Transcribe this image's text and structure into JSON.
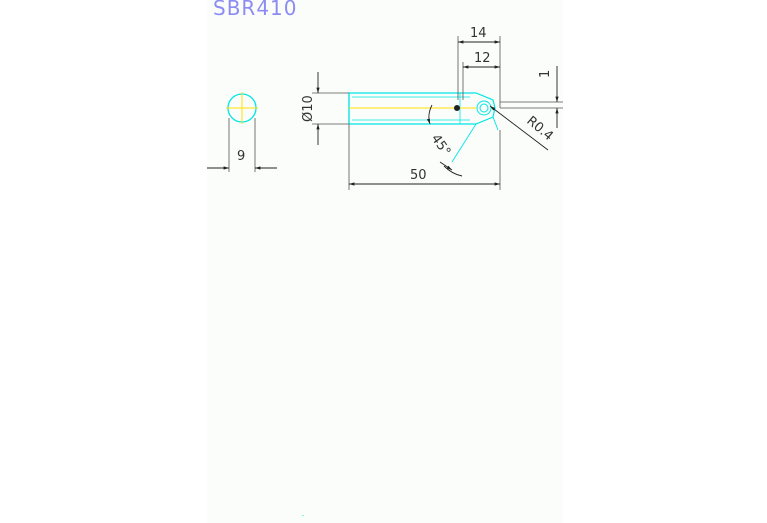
{
  "drawing": {
    "title": "SBR410",
    "colors": {
      "title": "#8c8cf2",
      "body_outline": "#00ffff",
      "center_line": "#ffe000",
      "dimension": "#333333",
      "sheet": "#fbfdfb"
    },
    "dimensions": {
      "end_width": "9",
      "diameter": "Ø10",
      "length": "50",
      "d14": "14",
      "d12": "12",
      "d1": "1",
      "radius": "R0.4",
      "angle": "45°"
    }
  }
}
